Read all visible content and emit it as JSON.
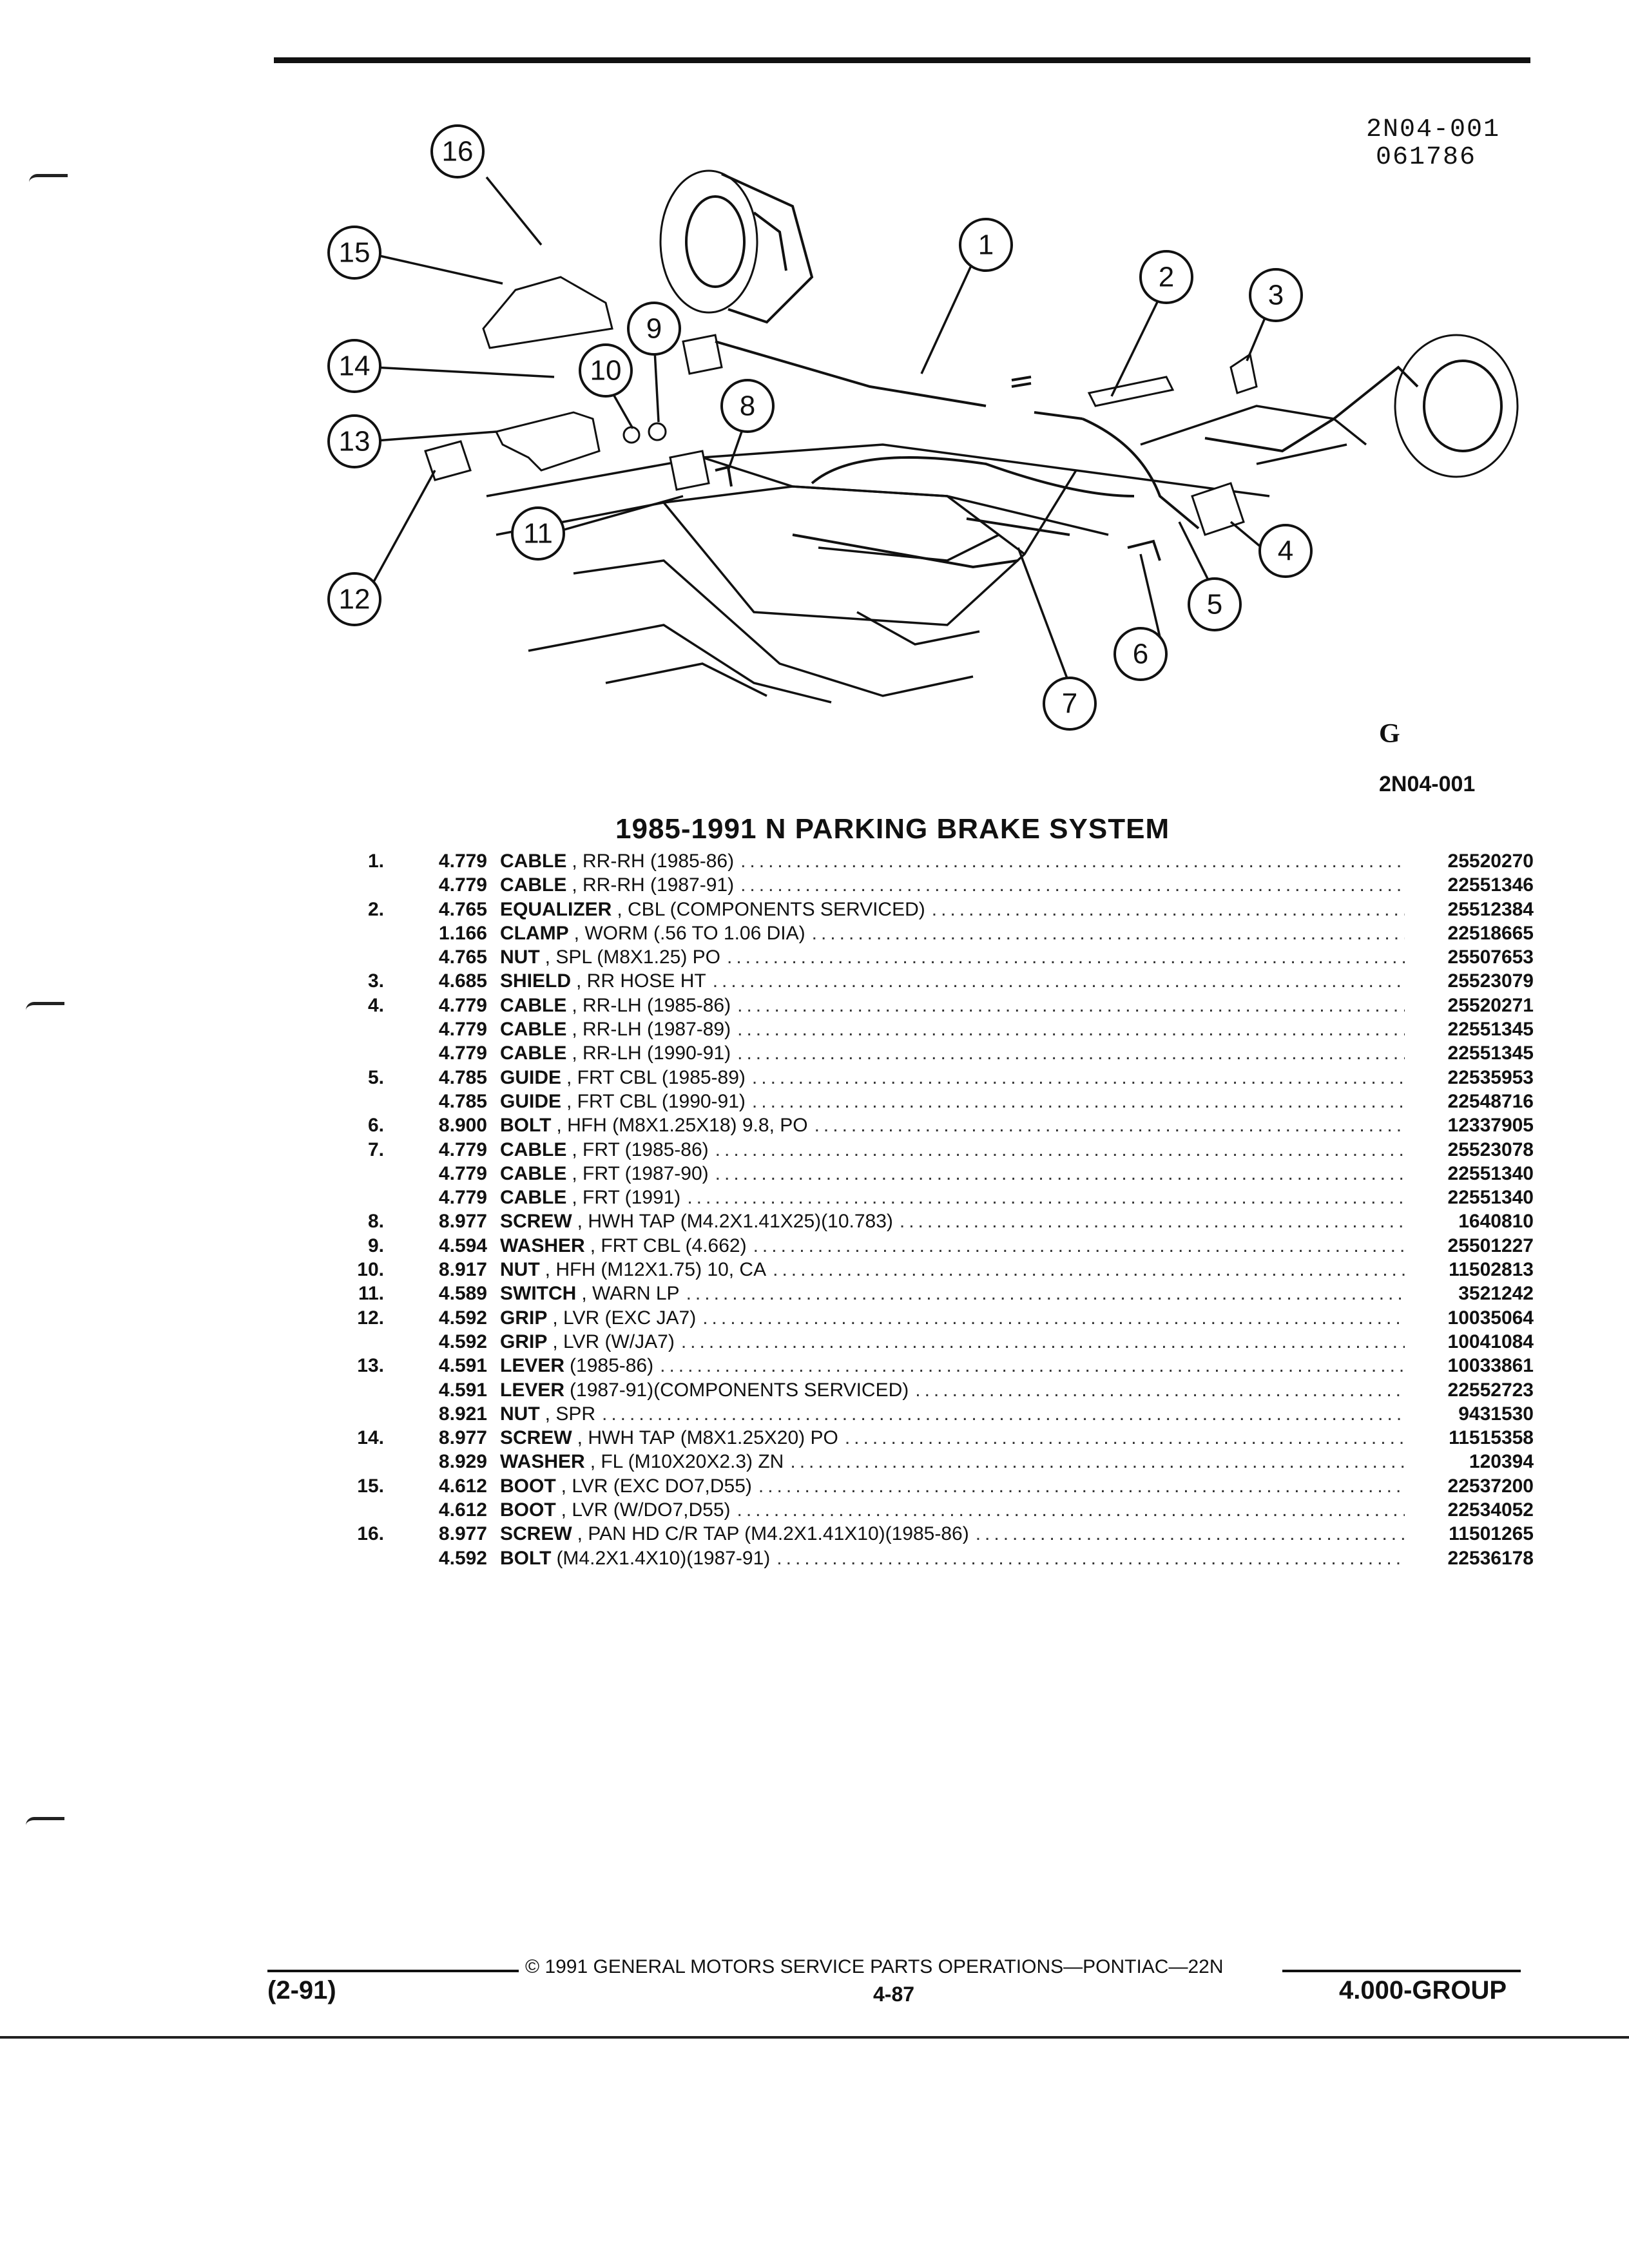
{
  "header": {
    "doc_code_line1": "2N04-001",
    "doc_code_line2": "061786"
  },
  "illustration": {
    "callouts": [
      "1",
      "2",
      "3",
      "4",
      "5",
      "6",
      "7",
      "8",
      "9",
      "10",
      "11",
      "12",
      "13",
      "14",
      "15",
      "16"
    ],
    "logo_text": "G",
    "figure_code": "2N04-001"
  },
  "title": "1985-1991 N PARKING BRAKE SYSTEM",
  "parts": [
    {
      "item": "1.",
      "group": "4.779",
      "name": "CABLE",
      "spec": ", RR-RH (1985-86)",
      "part_no": "25520270"
    },
    {
      "item": "",
      "group": "4.779",
      "name": "CABLE",
      "spec": ", RR-RH (1987-91)",
      "part_no": "22551346"
    },
    {
      "item": "2.",
      "group": "4.765",
      "name": "EQUALIZER",
      "spec": ", CBL (COMPONENTS SERVICED)",
      "part_no": "25512384"
    },
    {
      "item": "",
      "group": "1.166",
      "name": "CLAMP",
      "spec": ", WORM (.56 TO 1.06 DIA)",
      "part_no": "22518665"
    },
    {
      "item": "",
      "group": "4.765",
      "name": "NUT",
      "spec": ", SPL (M8X1.25) PO",
      "part_no": "25507653"
    },
    {
      "item": "3.",
      "group": "4.685",
      "name": "SHIELD",
      "spec": ", RR HOSE HT",
      "part_no": "25523079"
    },
    {
      "item": "4.",
      "group": "4.779",
      "name": "CABLE",
      "spec": ", RR-LH (1985-86)",
      "part_no": "25520271"
    },
    {
      "item": "",
      "group": "4.779",
      "name": "CABLE",
      "spec": ", RR-LH (1987-89)",
      "part_no": "22551345"
    },
    {
      "item": "",
      "group": "4.779",
      "name": "CABLE",
      "spec": ", RR-LH (1990-91)",
      "part_no": "22551345"
    },
    {
      "item": "5.",
      "group": "4.785",
      "name": "GUIDE",
      "spec": ", FRT CBL (1985-89)",
      "part_no": "22535953"
    },
    {
      "item": "",
      "group": "4.785",
      "name": "GUIDE",
      "spec": ", FRT CBL (1990-91)",
      "part_no": "22548716"
    },
    {
      "item": "6.",
      "group": "8.900",
      "name": "BOLT",
      "spec": ", HFH (M8X1.25X18) 9.8, PO",
      "part_no": "12337905"
    },
    {
      "item": "7.",
      "group": "4.779",
      "name": "CABLE",
      "spec": ", FRT (1985-86)",
      "part_no": "25523078"
    },
    {
      "item": "",
      "group": "4.779",
      "name": "CABLE",
      "spec": ", FRT (1987-90)",
      "part_no": "22551340"
    },
    {
      "item": "",
      "group": "4.779",
      "name": "CABLE",
      "spec": ", FRT (1991)",
      "part_no": "22551340"
    },
    {
      "item": "8.",
      "group": "8.977",
      "name": "SCREW",
      "spec": ", HWH TAP (M4.2X1.41X25)(10.783)",
      "part_no": "1640810"
    },
    {
      "item": "9.",
      "group": "4.594",
      "name": "WASHER",
      "spec": ", FRT CBL (4.662)",
      "part_no": "25501227"
    },
    {
      "item": "10.",
      "group": "8.917",
      "name": "NUT",
      "spec": ", HFH (M12X1.75) 10, CA",
      "part_no": "11502813"
    },
    {
      "item": "11.",
      "group": "4.589",
      "name": "SWITCH",
      "spec": ", WARN LP",
      "part_no": "3521242"
    },
    {
      "item": "12.",
      "group": "4.592",
      "name": "GRIP",
      "spec": ", LVR (EXC JA7)",
      "part_no": "10035064"
    },
    {
      "item": "",
      "group": "4.592",
      "name": "GRIP",
      "spec": ", LVR (W/JA7)",
      "part_no": "10041084"
    },
    {
      "item": "13.",
      "group": "4.591",
      "name": "LEVER",
      "spec": "(1985-86)",
      "part_no": "10033861"
    },
    {
      "item": "",
      "group": "4.591",
      "name": "LEVER",
      "spec": "(1987-91)(COMPONENTS SERVICED)",
      "part_no": "22552723"
    },
    {
      "item": "",
      "group": "8.921",
      "name": "NUT",
      "spec": ", SPR",
      "part_no": "9431530"
    },
    {
      "item": "14.",
      "group": "8.977",
      "name": "SCREW",
      "spec": ", HWH TAP (M8X1.25X20) PO",
      "part_no": "11515358"
    },
    {
      "item": "",
      "group": "8.929",
      "name": "WASHER",
      "spec": ", FL (M10X20X2.3) ZN",
      "part_no": "120394"
    },
    {
      "item": "15.",
      "group": "4.612",
      "name": "BOOT",
      "spec": ", LVR (EXC DO7,D55)",
      "part_no": "22537200"
    },
    {
      "item": "",
      "group": "4.612",
      "name": "BOOT",
      "spec": ", LVR (W/DO7,D55)",
      "part_no": "22534052"
    },
    {
      "item": "16.",
      "group": "8.977",
      "name": "SCREW",
      "spec": ", PAN HD C/R TAP (M4.2X1.41X10)(1985-86)",
      "part_no": "11501265"
    },
    {
      "item": "",
      "group": "4.592",
      "name": "BOLT",
      "spec": "(M4.2X1.4X10)(1987-91)",
      "part_no": "22536178"
    }
  ],
  "footer": {
    "copyright": "© 1991 GENERAL MOTORS SERVICE PARTS OPERATIONS—PONTIAC—22N",
    "date_code": "(2-91)",
    "page": "4-87",
    "group": "4.000-GROUP"
  }
}
